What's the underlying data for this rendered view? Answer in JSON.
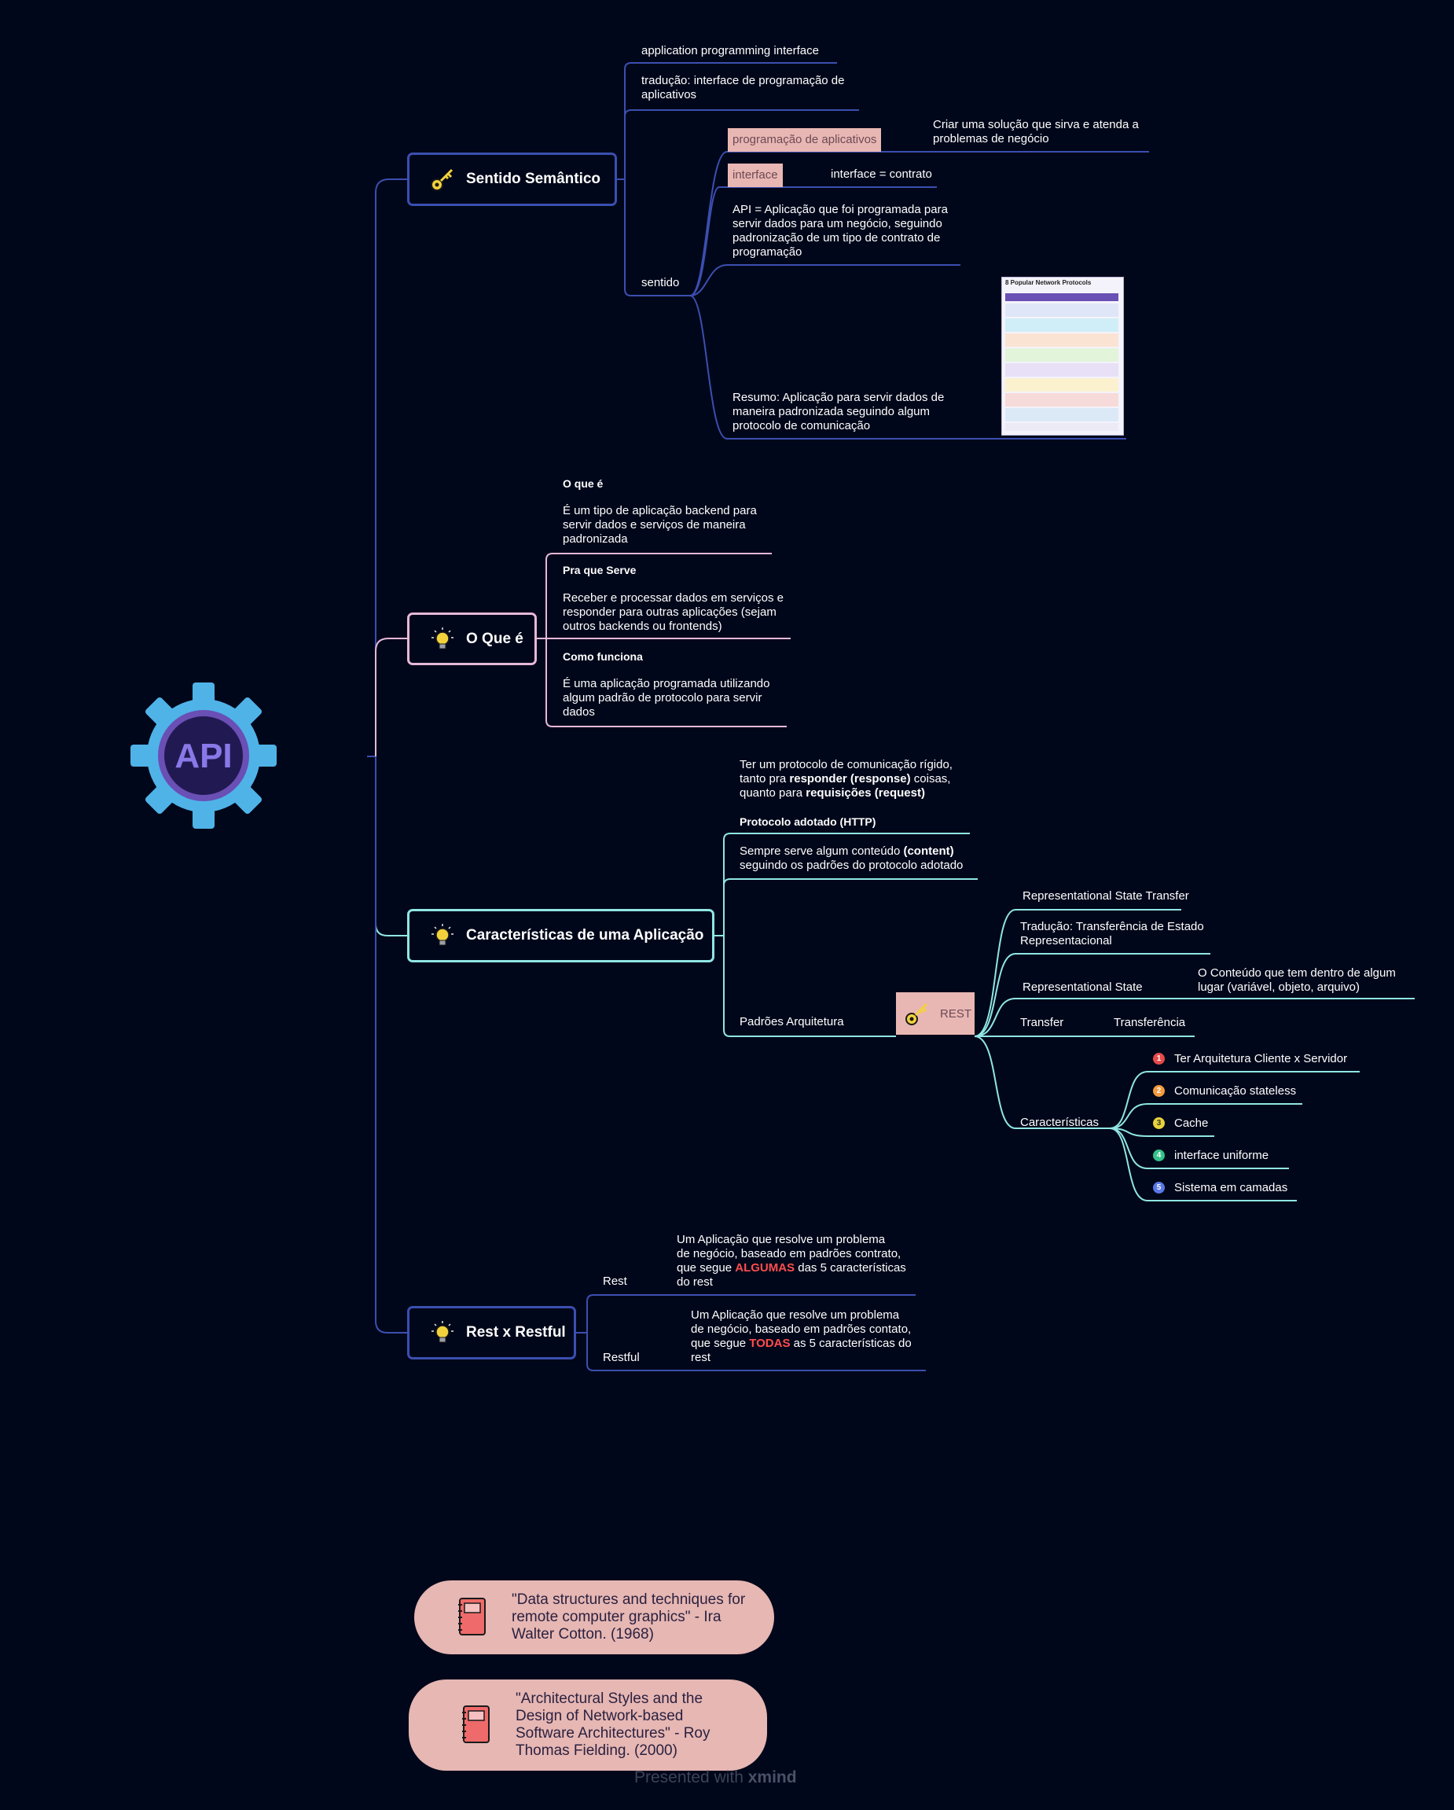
{
  "central": {
    "label": "API"
  },
  "topics": {
    "semantic": {
      "title": "Sentido Semântico",
      "n1": "application programming interface",
      "n2": "tradução: interface de programação de aplicativos",
      "sentido": "sentido",
      "prog_tag": "programação de aplicativos",
      "prog_desc": "Criar uma solução que sirva e atenda a problemas de negócio",
      "interface_tag": "interface",
      "interface_desc": "interface = contrato",
      "api_def": "API = Aplicação que foi programada para servir dados para um negócio, seguindo padronização de um tipo de contrato de programação",
      "resumo": "Resumo: Aplicação para servir dados de maneira padronizada seguindo algum protocolo de comunicação",
      "thumb_title": "8 Popular Network Protocols"
    },
    "what": {
      "title": "O Que é",
      "o_que_e_h": "O que é",
      "o_que_e_t": "É um tipo de aplicação backend para servir dados e serviços de maneira padronizada",
      "pra_que_h": "Pra que Serve",
      "pra_que_t": "Receber e processar dados em serviços e responder para outras aplicações (sejam outros backends ou frontends)",
      "como_h": "Como funciona",
      "como_t": "É uma aplicação programada utilizando algum padrão de protocolo para servir dados"
    },
    "charac": {
      "title": "Características de uma Aplicação",
      "proto_a": "Ter um protocolo de comunicação rígido,",
      "proto_b1": "tanto pra ",
      "proto_b2": "responder (response)",
      "proto_b3": " coisas,",
      "proto_c1": "quanto para ",
      "proto_c2": "requisições (request)",
      "proto_h": "Protocolo adotado (HTTP)",
      "content_a1": "Sempre serve algum conteúdo ",
      "content_a2": "(content)",
      "content_b": "seguindo os padrões do protocolo adotado",
      "padroes": "Padrões Arquitetura",
      "rest": "REST",
      "rst": "Representational State Transfer",
      "traducao": "Tradução: Transferência de Estado Representacional",
      "rep_state": "Representational State",
      "rep_state_desc": "O Conteúdo que tem dentro de algum lugar (variável, objeto, arquivo)",
      "transfer": "Transfer",
      "transferencia": "Transferência",
      "caracteristicas": "Características",
      "items": [
        {
          "n": "1",
          "label": "Ter Arquitetura Cliente x Servidor",
          "color": "#e84a4a"
        },
        {
          "n": "2",
          "label": "Comunicação stateless",
          "color": "#f59a3d"
        },
        {
          "n": "3",
          "label": "Cache",
          "color": "#e8d23a"
        },
        {
          "n": "4",
          "label": "interface uniforme",
          "color": "#35c28a"
        },
        {
          "n": "5",
          "label": "Sistema em camadas",
          "color": "#5a78e8"
        }
      ]
    },
    "rest": {
      "title": "Rest x Restful",
      "rest": "Rest",
      "rest_desc_a": "Um Aplicação que resolve um problema",
      "rest_desc_b": "de negócio, baseado em padrões contrato,",
      "rest_desc_c1": "que segue ",
      "rest_desc_c2": "ALGUMAS",
      "rest_desc_c3": " das 5 características",
      "rest_desc_d": "do rest",
      "restful": "Restful",
      "restful_desc_a": "Um Aplicação que resolve um problema",
      "restful_desc_b": "de negócio, baseado em padrões contato,",
      "restful_desc_c1": "que segue ",
      "restful_desc_c2": "TODAS",
      "restful_desc_c3": " as 5 características do",
      "restful_desc_d": "rest"
    }
  },
  "references": [
    {
      "text": "\"Data structures and techniques for remote computer graphics\" - Ira Walter Cotton. (1968)"
    },
    {
      "text": "\"Architectural Styles and the Design of Network-based Software Architectures\" - Roy Thomas Fielding. (2000)"
    }
  ],
  "footer": {
    "prefix": "Presented with ",
    "brand": "xmind"
  },
  "colors": {
    "background": "#01071a",
    "semantic": "#3b4fb0",
    "what": "#e6b8d8",
    "charac": "#8fe6e4",
    "rest": "#3b4fb0",
    "gear": "#4fb3e8",
    "tag": "#e9b7b3"
  }
}
